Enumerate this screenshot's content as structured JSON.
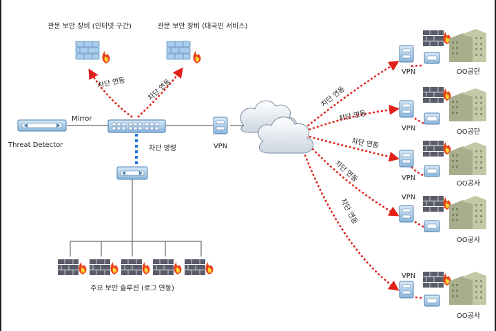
{
  "top_devices": [
    {
      "label": "관문 보안 장비 (인터넷 구간)"
    },
    {
      "label": "관문 보안 장비 (대국민 서비스)"
    }
  ],
  "block_link_left": "차단 연동",
  "block_link_right": "차단 연동",
  "threat_detector": "Threat Detector",
  "mirror": "Mirror",
  "block_command": "차단 명령",
  "vpn_center": "VPN",
  "bottom_caption": "주요 보안 솔루션 (로그 연동)",
  "remote_sites": [
    {
      "vpn": "VPN",
      "name": "OO공단",
      "link": "차단 연동"
    },
    {
      "vpn": "VPN",
      "name": "OO공단",
      "link": "차단 연동"
    },
    {
      "vpn": "VPN",
      "name": "OO공사",
      "link": "차단 연동"
    },
    {
      "vpn": "VPN",
      "name": "OO공사",
      "link": "차단 연동"
    },
    {
      "vpn": "VPN",
      "name": "OO공사",
      "link": "차단 연동"
    }
  ],
  "colors": {
    "dotted_red": "#e0211a",
    "dotted_blue": "#1a73d9",
    "firewall_dark": "#5a5c6b",
    "device_blue": "#9fc6e8",
    "cloud": "#e6ebf2",
    "building": "#b6bd9a",
    "flame": "#e8441a"
  }
}
